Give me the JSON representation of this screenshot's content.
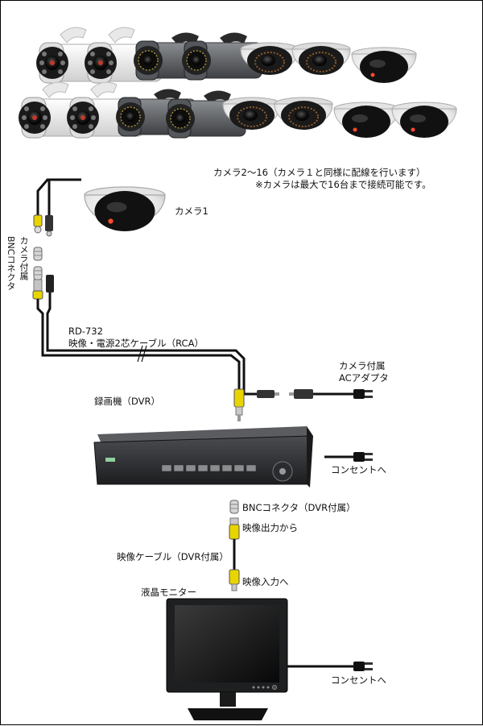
{
  "labels": {
    "cameras_note_1": "カメラ2〜16（カメラ１と同様に配線を行います）",
    "cameras_note_2": "※カメラは最大で16台まで接続可能です。",
    "camera1": "カメラ1",
    "camera_bnc_line1": "カメラ付属",
    "camera_bnc_line2": "BNCコネクタ",
    "cable_model": "RD-732",
    "cable_desc": "映像・電源2芯ケーブル（RCA）",
    "adapter_line1": "カメラ付属",
    "adapter_line2": "ACアダプタ",
    "dvr": "録画機（DVR）",
    "dvr_outlet": "コンセントへ",
    "dvr_bnc": "BNCコネクタ（DVR付属）",
    "video_out": "映像出力から",
    "video_cable": "映像ケーブル（DVR付属）",
    "video_in": "映像入力へ",
    "monitor": "液晶モニター",
    "monitor_outlet": "コンセントへ"
  },
  "colors": {
    "rca_yellow": "#e8d400",
    "cable": "#111111",
    "camera_white": "#f2f2f2",
    "camera_gray": "#6b6d70",
    "dvr_body": "#2c2e31"
  }
}
